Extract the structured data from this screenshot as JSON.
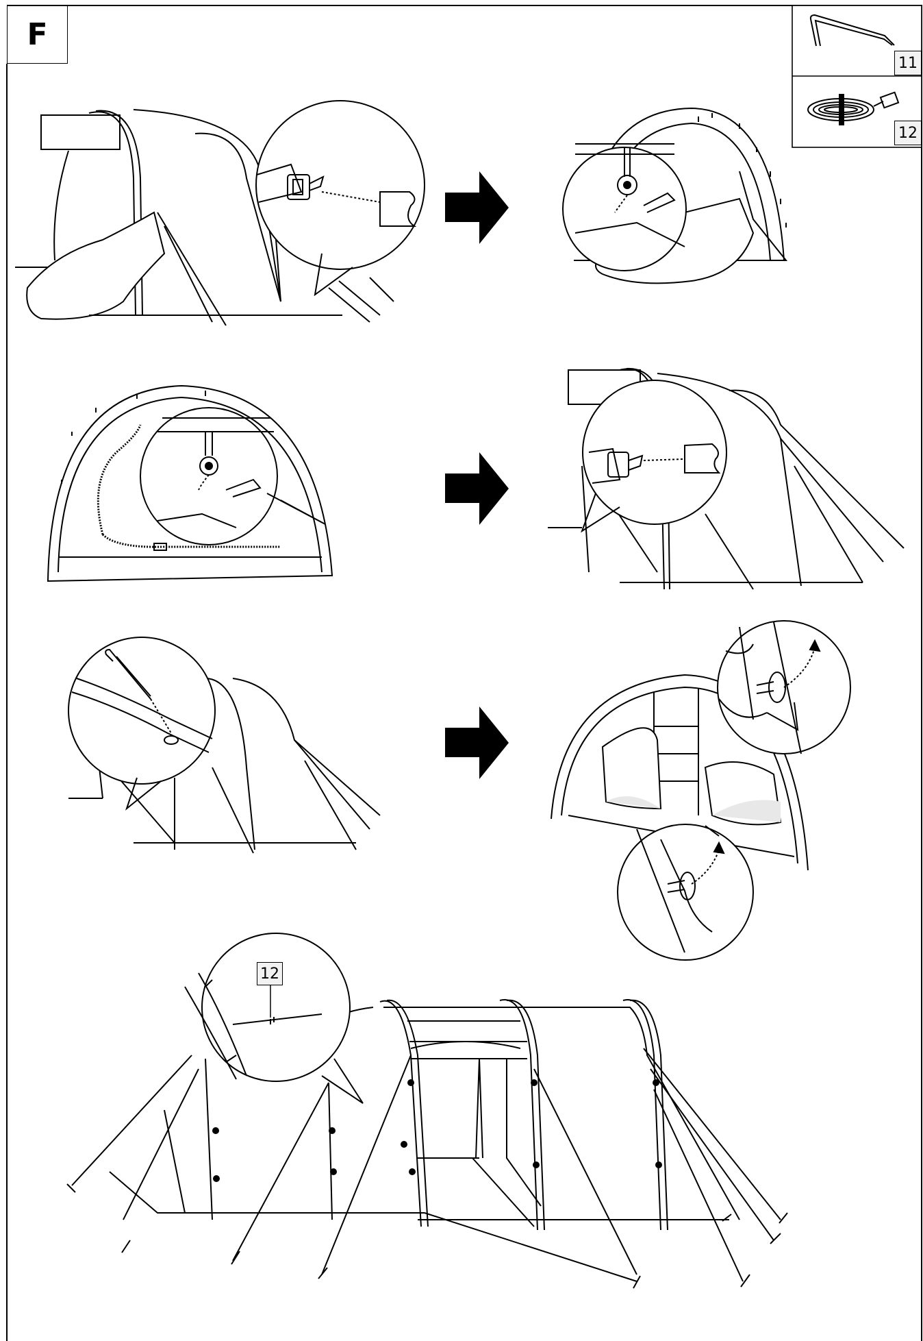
{
  "section": {
    "letter": "F"
  },
  "parts": [
    {
      "number": "11",
      "icon": "tent-peg-icon"
    },
    {
      "number": "12",
      "icon": "guy-rope-icon"
    }
  ],
  "callout": {
    "number": "12"
  },
  "steps": [
    {
      "id": "step-1-left",
      "icon": "buckle-connect"
    },
    {
      "id": "step-1-right",
      "icon": "toggle-loop"
    },
    {
      "id": "step-2-left",
      "icon": "toggle-loop"
    },
    {
      "id": "step-2-right",
      "icon": "buckle-connect"
    },
    {
      "id": "step-3-left",
      "icon": "peg-hook"
    },
    {
      "id": "step-3-right",
      "icon": "toggle-loop"
    },
    {
      "id": "step-4",
      "icon": "guy-rope-tension"
    }
  ],
  "colors": {
    "line": "#000000",
    "fill": "#ffffff",
    "shade": "#e8e8e8"
  }
}
